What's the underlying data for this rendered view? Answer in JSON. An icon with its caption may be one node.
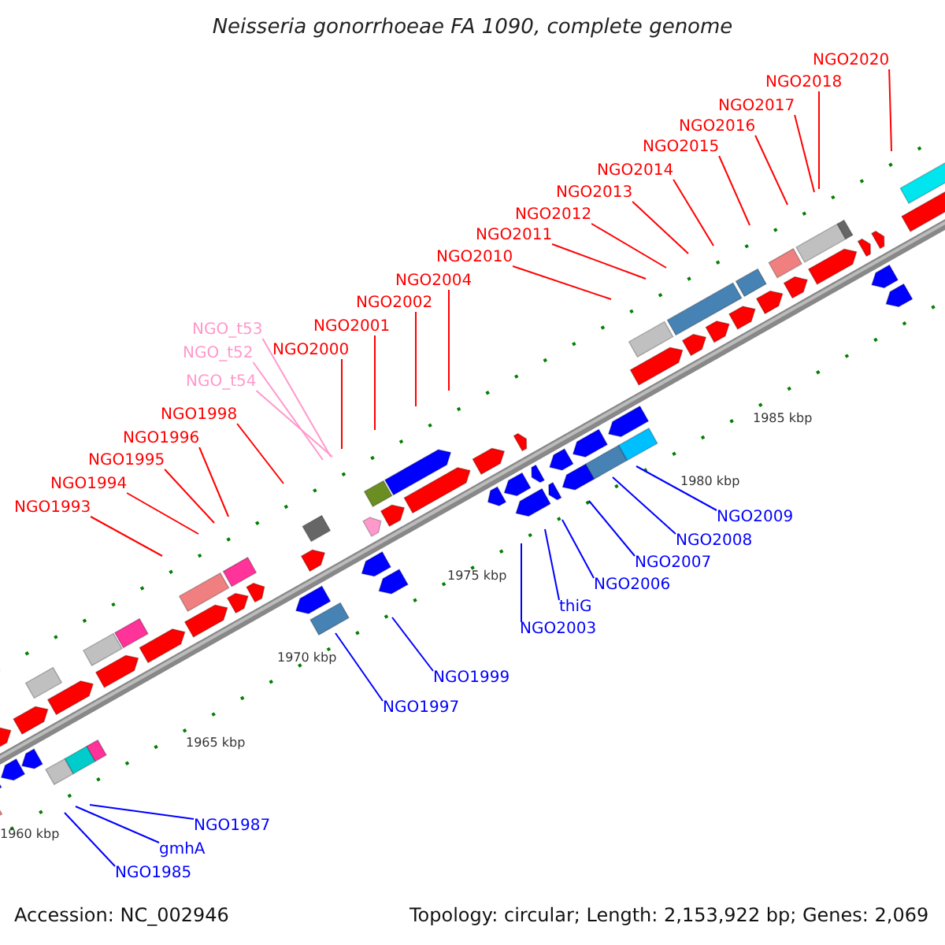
{
  "diagram": {
    "title": "Neisseria gonorrhoeae FA 1090, complete genome",
    "nodes": [
      {
        "text": [
          "NGO2020"
        ]
      },
      {
        "text": [
          "NGO2018"
        ]
      },
      {
        "text": [
          "NGO2017"
        ]
      },
      {
        "text": [
          "NGO2016"
        ]
      },
      {
        "text": [
          "NGO2015"
        ]
      },
      {
        "text": [
          "NGO2014"
        ]
      },
      {
        "text": [
          "NGO2013"
        ]
      },
      {
        "text": [
          "NGO2012"
        ]
      },
      {
        "text": [
          "NGO2011"
        ]
      },
      {
        "text": [
          "NGO2010"
        ]
      },
      {
        "text": [
          "NGO2004"
        ]
      },
      {
        "text": [
          "NGO2002"
        ]
      },
      {
        "text": [
          "NGO2001"
        ]
      },
      {
        "text": [
          "NGO2000"
        ]
      },
      {
        "text": [
          "NGO_t53"
        ]
      },
      {
        "text": [
          "NGO_t52"
        ]
      },
      {
        "text": [
          "NGO_t54"
        ]
      },
      {
        "text": [
          "NGO1998"
        ]
      },
      {
        "text": [
          "NGO1996"
        ]
      },
      {
        "text": [
          "NGO1995"
        ]
      },
      {
        "text": [
          "NGO1994"
        ]
      },
      {
        "text": [
          "NGO1993"
        ]
      },
      {
        "text": [
          "NGO2009"
        ]
      },
      {
        "text": [
          "NGO2008"
        ]
      },
      {
        "text": [
          "NGO2007"
        ]
      },
      {
        "text": [
          "NGO2006"
        ]
      },
      {
        "text": [
          "thiG"
        ]
      },
      {
        "text": [
          "NGO2003"
        ]
      },
      {
        "text": [
          "NGO1999"
        ]
      },
      {
        "text": [
          "NGO1997"
        ]
      },
      {
        "text": [
          "NGO1987"
        ]
      },
      {
        "text": [
          "gmhA"
        ]
      },
      {
        "text": [
          "NGO1985"
        ]
      }
    ],
    "edges": [
      {
        "from": 0,
        "to": null,
        "arrow": "none"
      },
      {
        "from": 1,
        "to": null,
        "arrow": "none"
      },
      {
        "from": 2,
        "to": null,
        "arrow": "none"
      },
      {
        "from": 3,
        "to": null,
        "arrow": "none"
      },
      {
        "from": 4,
        "to": null,
        "arrow": "none"
      },
      {
        "from": 5,
        "to": null,
        "arrow": "none"
      },
      {
        "from": 6,
        "to": null,
        "arrow": "none"
      },
      {
        "from": 7,
        "to": null,
        "arrow": "none"
      },
      {
        "from": 8,
        "to": null,
        "arrow": "none"
      },
      {
        "from": 9,
        "to": null,
        "arrow": "none"
      },
      {
        "from": 10,
        "to": null,
        "arrow": "none"
      },
      {
        "from": 11,
        "to": null,
        "arrow": "none"
      },
      {
        "from": 12,
        "to": null,
        "arrow": "none"
      },
      {
        "from": 13,
        "to": null,
        "arrow": "none"
      },
      {
        "from": 14,
        "to": null,
        "arrow": "none",
        "color": "#ff99cc"
      },
      {
        "from": 15,
        "to": null,
        "arrow": "none",
        "color": "#ff99cc"
      },
      {
        "from": 16,
        "to": null,
        "arrow": "none",
        "color": "#ff99cc"
      },
      {
        "from": 17,
        "to": null,
        "arrow": "none"
      },
      {
        "from": 18,
        "to": null,
        "arrow": "none"
      },
      {
        "from": 19,
        "to": null,
        "arrow": "none"
      },
      {
        "from": 20,
        "to": null,
        "arrow": "none"
      },
      {
        "from": 21,
        "to": null,
        "arrow": "none"
      },
      {
        "from": 22,
        "to": null,
        "arrow": "none",
        "color": "#0000ff"
      },
      {
        "from": 23,
        "to": null,
        "arrow": "none",
        "color": "#0000ff"
      },
      {
        "from": 24,
        "to": null,
        "arrow": "none",
        "color": "#0000ff"
      },
      {
        "from": 25,
        "to": null,
        "arrow": "none",
        "color": "#0000ff"
      },
      {
        "from": 26,
        "to": null,
        "arrow": "none",
        "color": "#0000ff"
      },
      {
        "from": 27,
        "to": null,
        "arrow": "none",
        "color": "#0000ff"
      },
      {
        "from": 28,
        "to": null,
        "arrow": "none",
        "color": "#0000ff"
      },
      {
        "from": 29,
        "to": null,
        "arrow": "none",
        "color": "#0000ff"
      },
      {
        "from": 30,
        "to": null,
        "arrow": "none",
        "color": "#0000ff"
      },
      {
        "from": 31,
        "to": null,
        "arrow": "none",
        "color": "#0000ff"
      },
      {
        "from": 32,
        "to": null,
        "arrow": "none",
        "color": "#0000ff"
      }
    ],
    "labels": [
      "1985 kbp",
      "1980 kbp",
      "1975 kbp",
      "1970 kbp",
      "1965 kbp",
      "1960 kbp",
      "Accession: NC_002946",
      "Topology: circular; Length: 2,153,922 bp; Genes: 2,069"
    ]
  }
}
